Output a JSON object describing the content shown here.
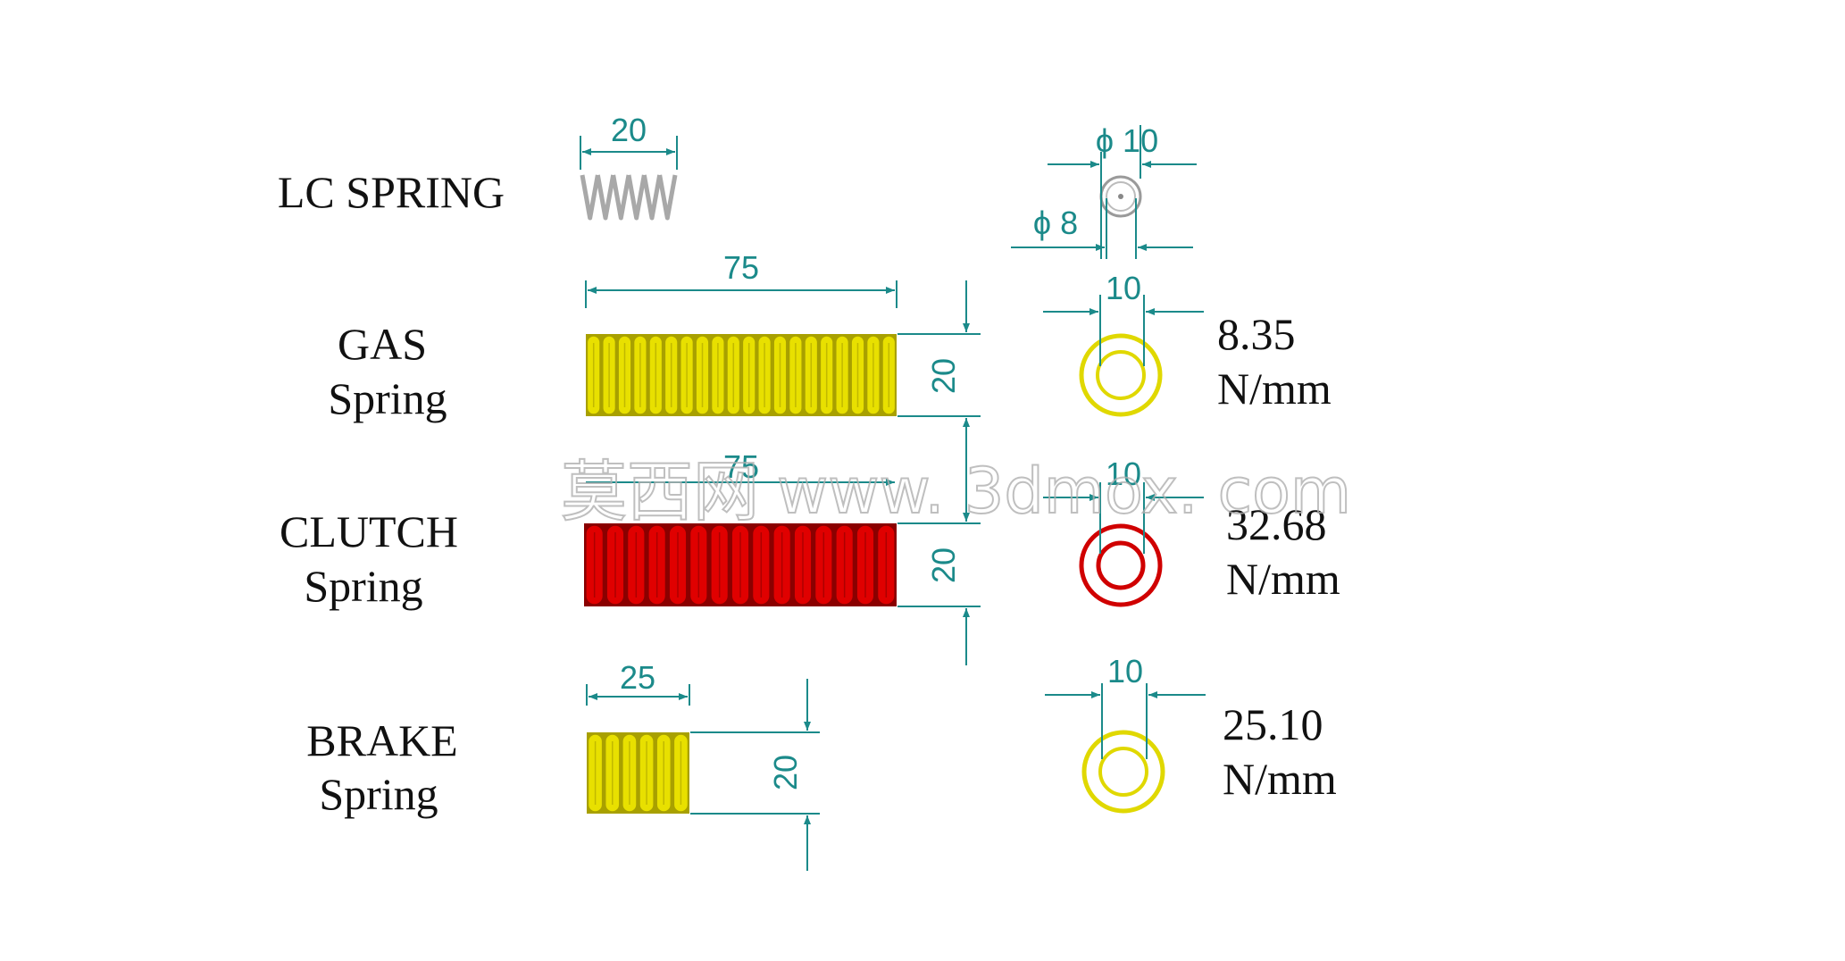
{
  "colors": {
    "dimension": "#1b8a8a",
    "lc_coil": "#a8a8a8",
    "gas_coil": "#e8e000",
    "gas_coil_shade": "#a8a000",
    "clutch_coil": "#e00000",
    "clutch_coil_shade": "#8a0000",
    "brake_coil": "#e8e000",
    "brake_coil_shade": "#a8a000",
    "label": "#111111",
    "watermark": "#b8b8b8"
  },
  "springs": [
    {
      "id": "lc",
      "name_lines": [
        "LC SPRING"
      ],
      "length_dim": "20",
      "height_dim": "",
      "outer_diameter_dim": "ϕ 10",
      "inner_diameter_dim": "ϕ 8",
      "end_width_dim": "",
      "rate_value": "",
      "rate_unit": "",
      "coil_count": 6,
      "coil_color_key": "lc_coil"
    },
    {
      "id": "gas",
      "name_lines": [
        "GAS",
        "Spring"
      ],
      "length_dim": "75",
      "height_dim": "20",
      "end_width_dim": "10",
      "rate_value": "8.35",
      "rate_unit": "N/mm",
      "coil_count": 20,
      "coil_color_key": "gas_coil"
    },
    {
      "id": "clutch",
      "name_lines": [
        "CLUTCH",
        "Spring"
      ],
      "length_dim": "75",
      "height_dim": "20",
      "end_width_dim": "10",
      "rate_value": "32.68",
      "rate_unit": "N/mm",
      "coil_count": 15,
      "coil_color_key": "clutch_coil"
    },
    {
      "id": "brake",
      "name_lines": [
        "BRAKE",
        "Spring"
      ],
      "length_dim": "25",
      "height_dim": "20",
      "end_width_dim": "10",
      "rate_value": "25.10",
      "rate_unit": "N/mm",
      "coil_count": 6,
      "coil_color_key": "brake_coil"
    }
  ],
  "watermark": {
    "cjk": "莫西网",
    "latin": "www. 3dmox. com"
  }
}
